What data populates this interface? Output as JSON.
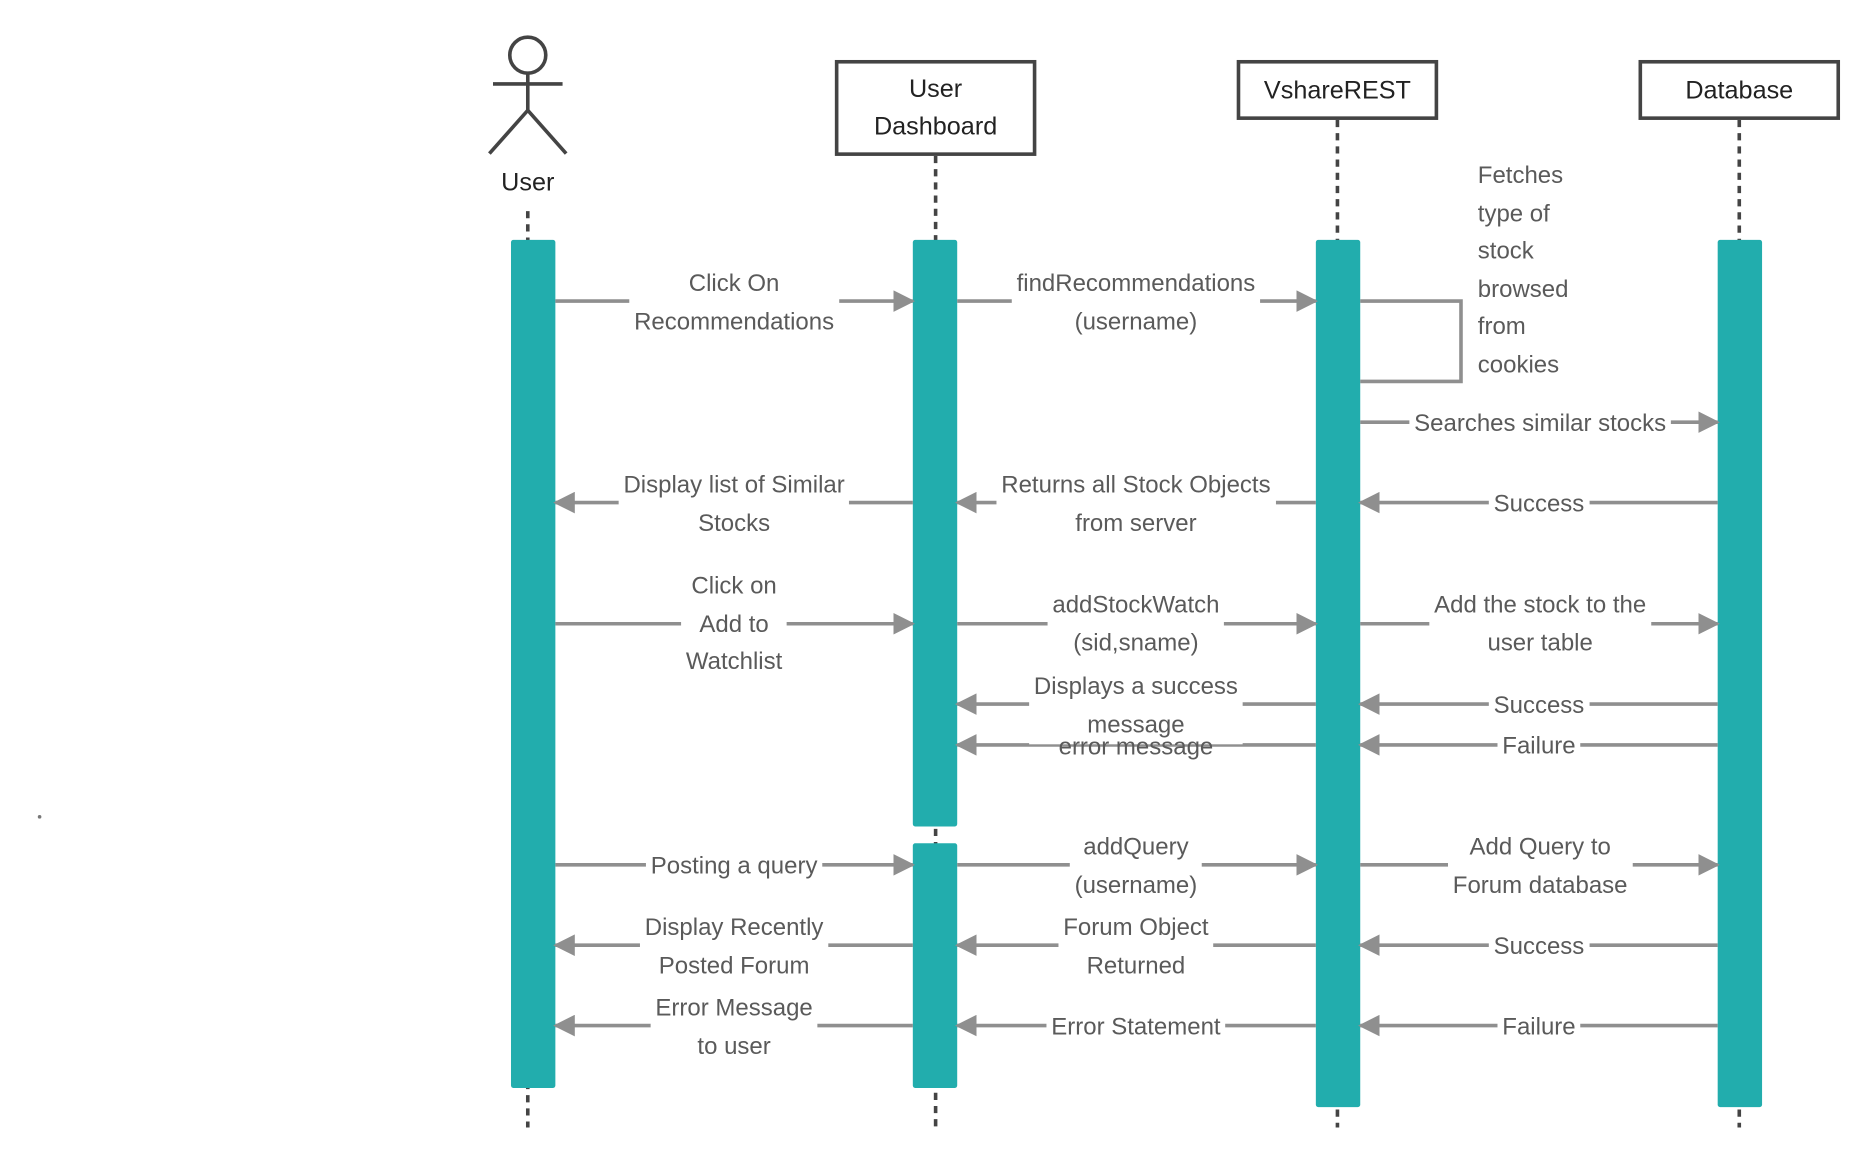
{
  "participants": [
    {
      "id": "user",
      "label": "User",
      "kind": "actor"
    },
    {
      "id": "dashboard",
      "label": "User\nDashboard",
      "kind": "box"
    },
    {
      "id": "rest",
      "label": "VshareREST",
      "kind": "box"
    },
    {
      "id": "db",
      "label": "Database",
      "kind": "box"
    }
  ],
  "messages": [
    {
      "id": "m1",
      "text": "Click On\nRecommendations",
      "from": "user",
      "to": "dashboard"
    },
    {
      "id": "m2",
      "text": "findRecommendations\n(username)",
      "from": "dashboard",
      "to": "rest"
    },
    {
      "id": "m3",
      "text": "Fetches\ntype of\nstock\nbrowsed\nfrom\ncookies",
      "from": "rest",
      "to": "rest"
    },
    {
      "id": "m4",
      "text": "Searches similar stocks",
      "from": "rest",
      "to": "db"
    },
    {
      "id": "m5",
      "text": "Success",
      "from": "db",
      "to": "rest"
    },
    {
      "id": "m6",
      "text": "Returns all Stock Objects\nfrom server",
      "from": "rest",
      "to": "dashboard"
    },
    {
      "id": "m7",
      "text": "Display list of Similar\nStocks",
      "from": "dashboard",
      "to": "user"
    },
    {
      "id": "m8",
      "text": "Click on\nAdd to\nWatchlist",
      "from": "user",
      "to": "dashboard"
    },
    {
      "id": "m9",
      "text": "addStockWatch\n(sid,sname)",
      "from": "dashboard",
      "to": "rest"
    },
    {
      "id": "m10",
      "text": "Add the stock to the\nuser table",
      "from": "rest",
      "to": "db"
    },
    {
      "id": "m11",
      "text": "Success",
      "from": "db",
      "to": "rest"
    },
    {
      "id": "m12",
      "text": "Displays a success\nmessage",
      "from": "rest",
      "to": "dashboard"
    },
    {
      "id": "m13",
      "text": "Failure",
      "from": "db",
      "to": "rest"
    },
    {
      "id": "m14",
      "text": "error message",
      "from": "rest",
      "to": "dashboard"
    },
    {
      "id": "m15",
      "text": "Posting a query",
      "from": "user",
      "to": "dashboard"
    },
    {
      "id": "m16",
      "text": "addQuery\n(username)",
      "from": "dashboard",
      "to": "rest"
    },
    {
      "id": "m17",
      "text": "Add Query to\nForum database",
      "from": "rest",
      "to": "db"
    },
    {
      "id": "m18",
      "text": "Success",
      "from": "db",
      "to": "rest"
    },
    {
      "id": "m19",
      "text": "Forum Object\nReturned",
      "from": "rest",
      "to": "dashboard"
    },
    {
      "id": "m20",
      "text": "Display Recently\nPosted Forum",
      "from": "dashboard",
      "to": "user"
    },
    {
      "id": "m21",
      "text": "Failure",
      "from": "db",
      "to": "rest"
    },
    {
      "id": "m22",
      "text": "Error Statement",
      "from": "rest",
      "to": "dashboard"
    },
    {
      "id": "m23",
      "text": "Error Message\nto user",
      "from": "dashboard",
      "to": "user"
    }
  ],
  "colors": {
    "activation": "#22adad",
    "arrow": "#8f8f8f",
    "lifeline": "#444444",
    "label": "#5a5a5a"
  }
}
